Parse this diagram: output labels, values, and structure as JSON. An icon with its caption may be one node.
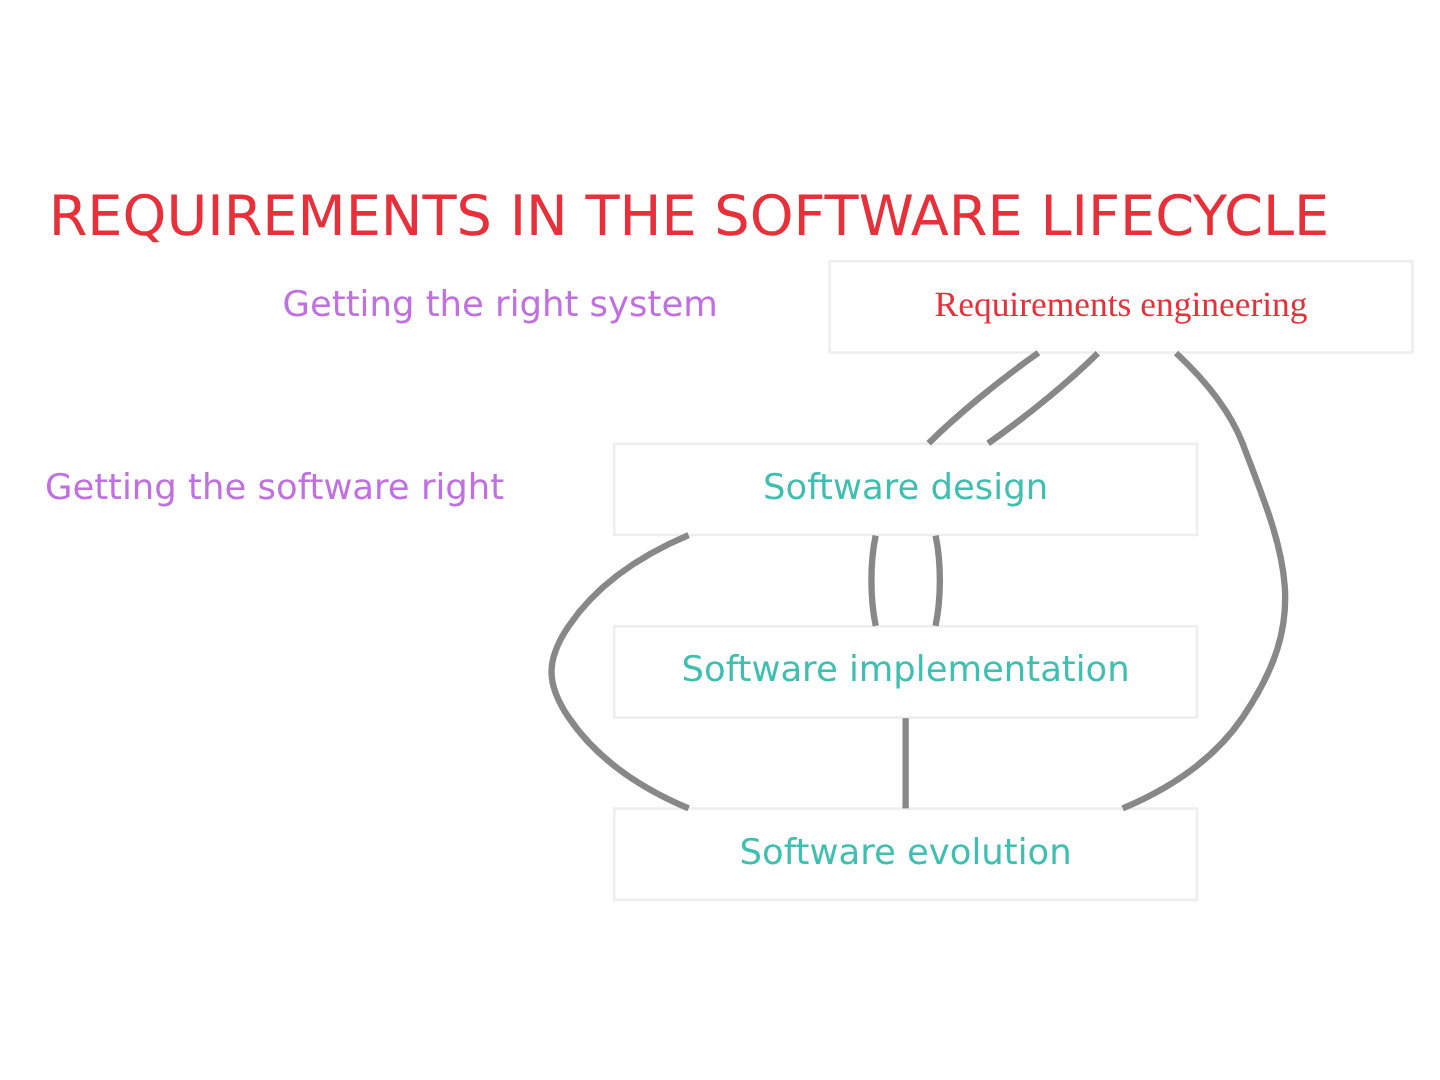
{
  "diagram": {
    "title": "REQUIREMENTS IN THE SOFTWARE LIFECYCLE",
    "nodes": [
      {
        "text": [
          "Requirements engineering"
        ]
      },
      {
        "text": [
          "Software design"
        ]
      },
      {
        "text": [
          "Software implementation"
        ]
      },
      {
        "text": [
          "Software evolution"
        ]
      }
    ],
    "edges": [
      {
        "from": 0,
        "to": 1,
        "arrow": "none"
      },
      {
        "from": 1,
        "to": 0,
        "arrow": "none"
      },
      {
        "from": 1,
        "to": 2,
        "arrow": "none"
      },
      {
        "from": 2,
        "to": 1,
        "arrow": "none"
      },
      {
        "from": 2,
        "to": 3,
        "arrow": "none"
      },
      {
        "from": 0,
        "to": 3,
        "arrow": "none"
      },
      {
        "from": 1,
        "to": 3,
        "arrow": "none"
      }
    ],
    "labels": [
      "Getting the right system",
      "Getting the software right"
    ]
  }
}
